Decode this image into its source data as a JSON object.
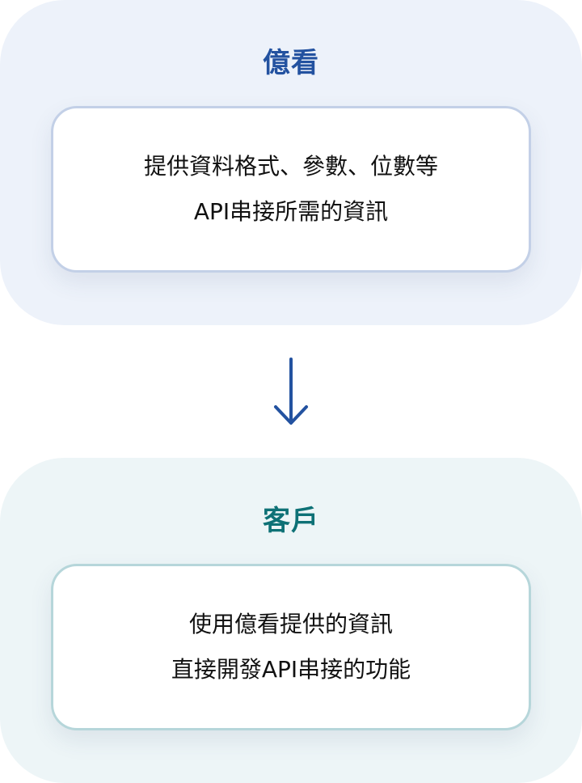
{
  "top_section": {
    "title": "億看",
    "title_color": "#2352a0",
    "lines": [
      "提供資料格式、參數、位數等",
      "API串接所需的資訊"
    ]
  },
  "arrow": {
    "direction": "down",
    "color": "#2352a0"
  },
  "bottom_section": {
    "title": "客戶",
    "title_color": "#0e7176",
    "lines": [
      "使用億看提供的資訊",
      "直接開發API串接的功能"
    ]
  }
}
